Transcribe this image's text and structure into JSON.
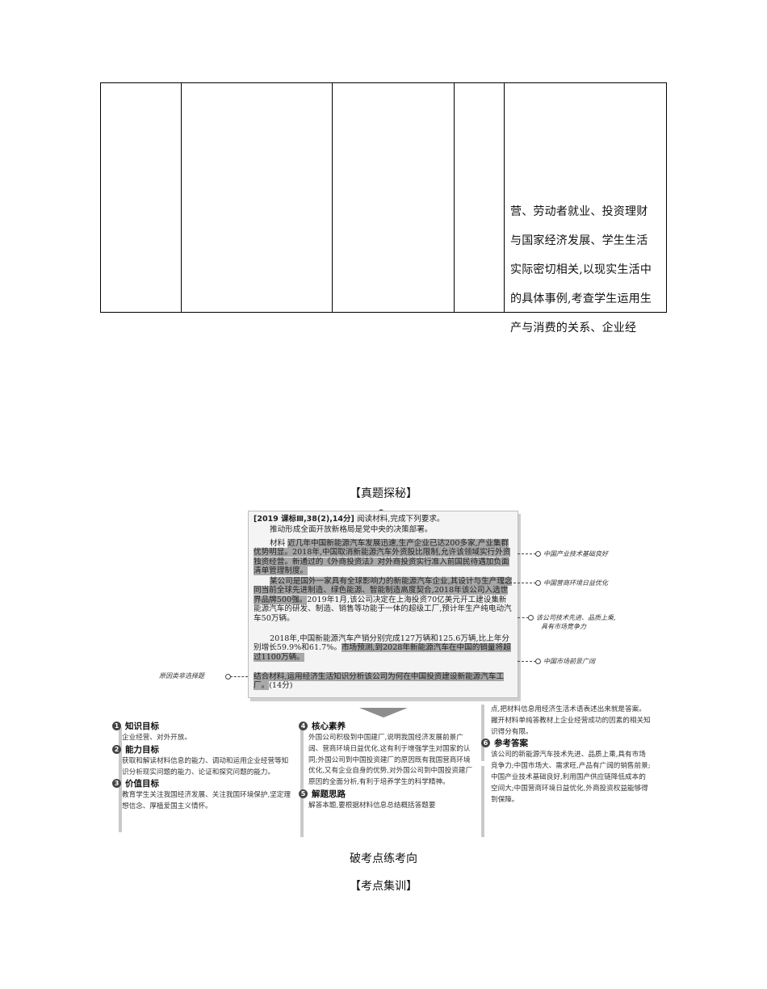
{
  "table": {
    "cell_lines": [
      "营、劳动者就业、投资理财",
      "与国家经济发展、学生生活",
      "实际密切相关,以现实生活中",
      "的具体事例,考查学生运用生",
      "产与消费的关系、企业经"
    ]
  },
  "headings": {
    "zhenti": "【真题探秘】",
    "pokao": "破考点练考向",
    "kaodian": "【考点集训】"
  },
  "question": {
    "source": "[2019 课标Ⅲ,38(2),14分]",
    "prompt_tail": "阅读材料,完成下列要求。",
    "intro": "推动形成全面开放新格局是党中央的决策部署。",
    "para1_label": "材料",
    "para1_hl": "近几年中国新能源汽车发展迅速,生产企业已达200多家,产业集群优势明显。2018年,中国取消新能源汽车外资股比限制,允许该领域实行外资独资经营。新通过的《外商投资法》对外商投资实行准入前国民待遇加负面清单管理制度。",
    "para2_hl": "某公司是国外一家具有全球影响力的新能源汽车企业,其设计与生产理念同当前全球先进制造、绿色能源、智能制造高度契合,2018年该公司入选世界品牌500强。",
    "para2_rest": "2019年1月,该公司决定在上海投资70亿美元开工建设集新能源汽车的研发、制造、销售等功能于一体的超级工厂,预计年生产纯电动汽车50万辆。",
    "para3_a": "2018年,中国新能源汽车产销分别完成127万辆和125.6万辆,比上年分别增长59.9%和61.7%。",
    "para3_hl": "市场预测,到2028年新能源汽车在中国的销量将超过1100万辆。",
    "task_hl": "结合材料,运用经济生活知识分析该公司为何在中国投资建设新能源汽车工厂。",
    "score": "(14分)"
  },
  "annotations": {
    "n1": "中国产业技术基础良好",
    "n2": "中国营商环境日益优化",
    "n3a": "该公司技术先进、品质上乘,",
    "n3b": "具有市场竞争力",
    "n4": "中国市场前景广阔",
    "left": "原因类非选择题"
  },
  "sections": {
    "s1": {
      "num": "1",
      "title": "知识目标",
      "body": "企业经营、对外开放。"
    },
    "s2": {
      "num": "2",
      "title": "能力目标",
      "body": "获取和解读材料信息的能力、调动和运用企业经营等知识分析现实问题的能力、论证和探究问题的能力。"
    },
    "s3": {
      "num": "3",
      "title": "价值目标",
      "body": "教育学生关注我国经济发展、关注我国环境保护,坚定理想信念、厚植爱国主义情怀。"
    },
    "s4": {
      "num": "4",
      "title": "核心素养",
      "body": "外国公司积极到中国建厂,说明我国经济发展前景广阔、营商环境日益优化,这有利于增强学生对国家的认同;外国公司到中国投资建厂的原因既有我国营商环境优化,又有企业自身的优势,对外国公司到中国投资建厂原因的全面分析,有利于培养学生的科学精神。"
    },
    "s5": {
      "num": "5",
      "title": "解题思路",
      "body": "解答本题,要根据材料信息总结概括答题要"
    },
    "s5_cont": "点,把材料信息用经济生活术语表述出来就是答案。撇开材料单纯答教材上企业经营成功的因素的相关知识得分有限。",
    "s6": {
      "num": "6",
      "title": "参考答案",
      "body": "该公司的新能源汽车技术先进、品质上乘,具有市场竞争力;中国市场大、需求旺,产品有广阔的销售前景;中国产业技术基础良好,利用国产供应链降低成本的空间大;中国营商环境日益优化,外商投资权益能够得到保障。"
    }
  }
}
